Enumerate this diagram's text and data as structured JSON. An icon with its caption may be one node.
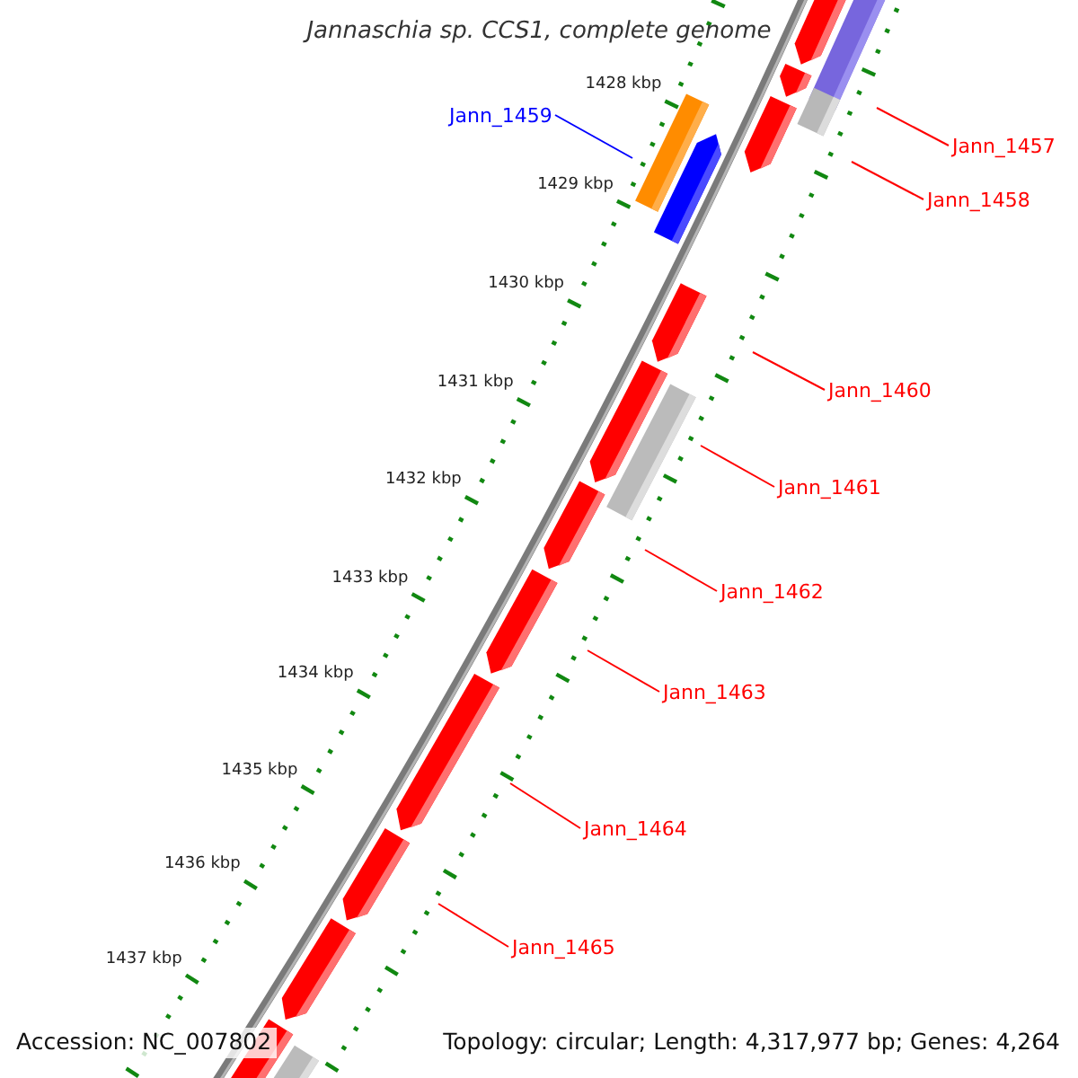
{
  "diagram": {
    "title": "Jannaschia sp. CCS1, complete genome",
    "nodes": [
      {
        "text": [
          "Jann_1459"
        ]
      },
      {
        "text": [
          "Jann_1457"
        ]
      },
      {
        "text": [
          "Jann_1458"
        ]
      },
      {
        "text": [
          "Jann_1460"
        ]
      },
      {
        "text": [
          "Jann_1461"
        ]
      },
      {
        "text": [
          "Jann_1462"
        ]
      },
      {
        "text": [
          "Jann_1463"
        ]
      },
      {
        "text": [
          "Jann_1464"
        ]
      },
      {
        "text": [
          "Jann_1465"
        ]
      }
    ],
    "edges": [
      {
        "from": 0,
        "to": null,
        "arrow": "none",
        "color": "#0000ff"
      },
      {
        "from": 1,
        "to": null,
        "arrow": "none"
      },
      {
        "from": 2,
        "to": null,
        "arrow": "none"
      },
      {
        "from": 3,
        "to": null,
        "arrow": "none"
      },
      {
        "from": 4,
        "to": null,
        "arrow": "none"
      },
      {
        "from": 5,
        "to": null,
        "arrow": "none"
      },
      {
        "from": 6,
        "to": null,
        "arrow": "none"
      },
      {
        "from": 7,
        "to": null,
        "arrow": "none"
      },
      {
        "from": 8,
        "to": null,
        "arrow": "none"
      }
    ],
    "labels": [
      "1428 kbp",
      "1429 kbp",
      "1430 kbp",
      "1431 kbp",
      "1432 kbp",
      "1433 kbp",
      "1434 kbp",
      "1435 kbp",
      "1436 kbp",
      "1437 kbp",
      "Accession: NC_007802",
      "Topology: circular; Length: 4,317,977 bp; Genes: 4,264"
    ]
  }
}
